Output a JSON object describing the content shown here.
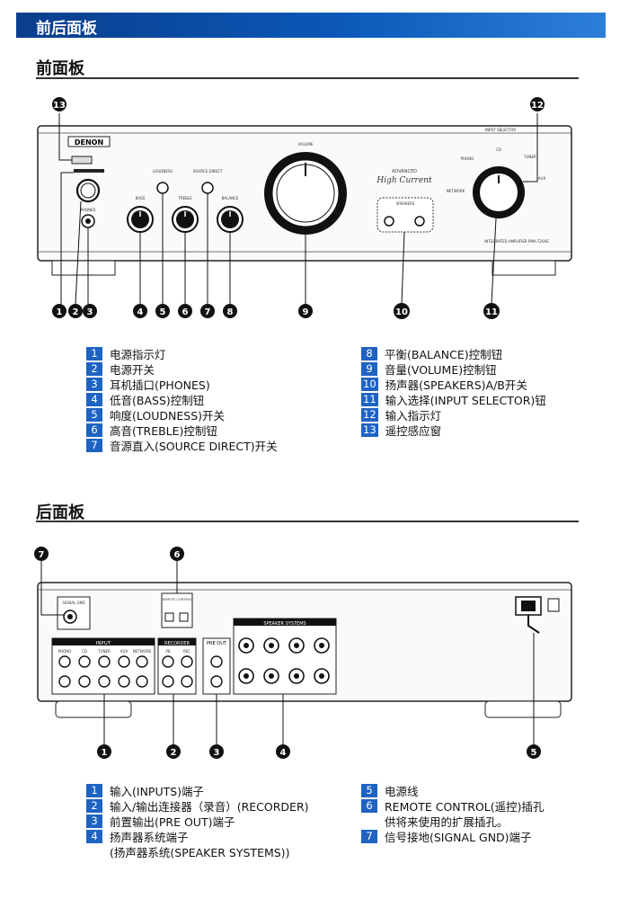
{
  "banner": {
    "title": "前后面板"
  },
  "front": {
    "title": "前面板",
    "panel": {
      "brand": "DENON",
      "volume_label": "VOLUME",
      "phones_label": "PHONES",
      "input_selector_label": "INPUT SELECTOR",
      "speakers_label": "SPEAKERS",
      "bass_label": "BASS",
      "treble_label": "TREBLE",
      "balance_label": "BALANCE",
      "loudness_label": "LOUDNESS",
      "source_direct_label": "SOURCE DIRECT",
      "advanced": "ADVANCED",
      "high_current": "High Current",
      "model": "INTEGRATED AMPLIFIER PMA-720AE",
      "inputs": [
        "PHONO",
        "NETWORK",
        "CD",
        "TUNER",
        "AUX"
      ]
    },
    "callouts": [
      "1",
      "2",
      "3",
      "4",
      "5",
      "6",
      "7",
      "8",
      "9",
      "10",
      "11",
      "12",
      "13"
    ],
    "legend_left": [
      {
        "num": "1",
        "text": "电源指示灯"
      },
      {
        "num": "2",
        "text": "电源开关"
      },
      {
        "num": "3",
        "text": "耳机插口(PHONES)"
      },
      {
        "num": "4",
        "text": "低音(BASS)控制钮"
      },
      {
        "num": "5",
        "text": "响度(LOUDNESS)开关"
      },
      {
        "num": "6",
        "text": "高音(TREBLE)控制钮"
      },
      {
        "num": "7",
        "text": "音源直入(SOURCE DIRECT)开关"
      }
    ],
    "legend_right": [
      {
        "num": "8",
        "text": "平衡(BALANCE)控制钮"
      },
      {
        "num": "9",
        "text": "音量(VOLUME)控制钮"
      },
      {
        "num": "10",
        "text": "扬声器(SPEAKERS)A/B开关"
      },
      {
        "num": "11",
        "text": "输入选择(INPUT SELECTOR)钮"
      },
      {
        "num": "12",
        "text": "输入指示灯"
      },
      {
        "num": "13",
        "text": "遥控感应窗"
      }
    ]
  },
  "rear": {
    "title": "后面板",
    "panel": {
      "signal_gnd": "SIGNAL GND",
      "input": "INPUT",
      "recorder": "RECORDER",
      "pre_out": "PRE OUT",
      "speaker_systems": "SPEAKER SYSTEMS",
      "remote_control": "REMOTE CONTROL",
      "input_jacks": [
        "PHONO",
        "CD",
        "TUNER",
        "AUX",
        "NETWORK"
      ],
      "rec_jacks": [
        "PB",
        "REC"
      ]
    },
    "callouts": [
      "1",
      "2",
      "3",
      "4",
      "5",
      "6",
      "7"
    ],
    "legend_left": [
      {
        "num": "1",
        "text": "输入(INPUTS)端子"
      },
      {
        "num": "2",
        "text": "输入/输出连接器（录音）(RECORDER)"
      },
      {
        "num": "3",
        "text": "前置输出(PRE OUT)端子"
      },
      {
        "num": "4",
        "text": "扬声器系统端子"
      },
      {
        "num": "",
        "text": "(扬声器系统(SPEAKER SYSTEMS))"
      }
    ],
    "legend_right": [
      {
        "num": "5",
        "text": "电源线"
      },
      {
        "num": "6",
        "text": "REMOTE CONTROL(遥控)插孔"
      },
      {
        "num": "",
        "text": "供将来使用的扩展插孔。"
      },
      {
        "num": "7",
        "text": "信号接地(SIGNAL GND)端子"
      }
    ]
  }
}
